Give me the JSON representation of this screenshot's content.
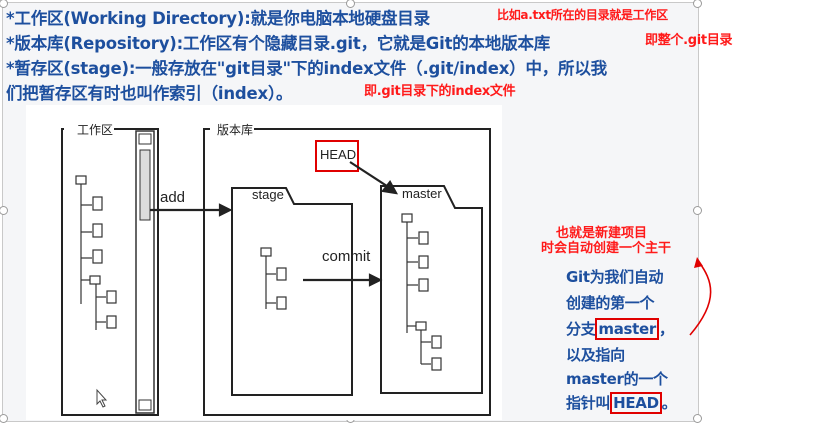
{
  "text_lines": [
    "*工作区(Working Directory):就是你电脑本地硬盘目录",
    "*版本库(Repository):工作区有个隐藏目录.git，它就是Git的本地版本库",
    "*暂存区(stage):一般存放在\"git目录\"下的index文件（.git/index）中，所以我",
    "们把暂存区有时也叫作索引（index）。"
  ],
  "annotations": {
    "note1": "比如a.txt所在的目录就是工作区",
    "note2": "即整个.git目录",
    "note3": "即.git目录下的index文件",
    "note4_line1": "也就是新建项目",
    "note4_line2": "时会自动创建一个主干"
  },
  "diagram": {
    "working_label": "工作区",
    "repo_label": "版本库",
    "stage_label": "stage",
    "master_label": "master",
    "head_label": "HEAD",
    "add_label": "add",
    "commit_label": "commit"
  },
  "callout": {
    "line1": "Git为我们自动",
    "line2": "创建的第一个",
    "line3_prefix": "分支",
    "line3_boxed": "master",
    "line3_suffix": "，",
    "line4": "以及指向",
    "line5": "master的一个",
    "line6_prefix": "指针叫",
    "line6_boxed": "HEAD",
    "line6_suffix": "。"
  },
  "colors": {
    "text_blue": "#1d4f9e",
    "annotation_red": "#ff1a1a",
    "diagram_ink": "#222222"
  }
}
